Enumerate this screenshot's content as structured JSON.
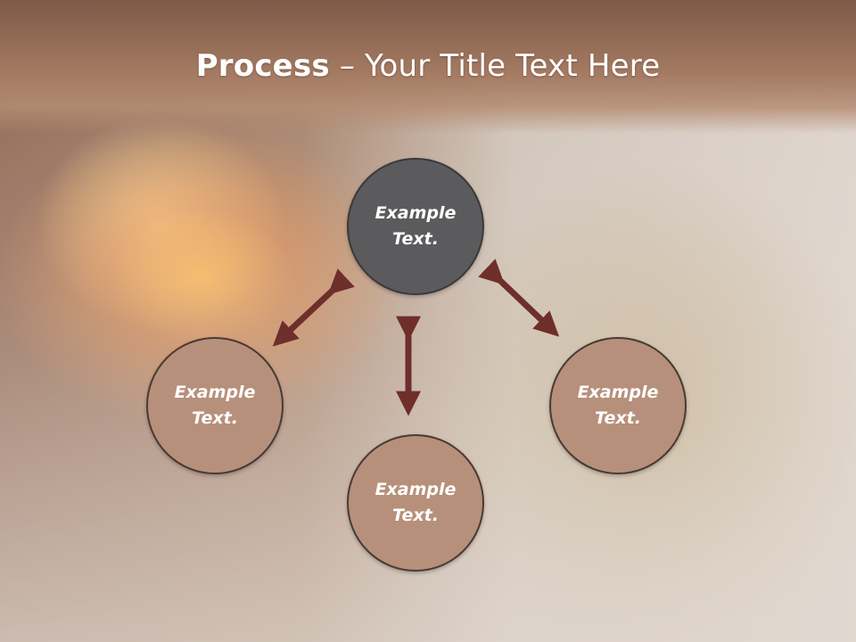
{
  "slide": {
    "title_bold": "Process",
    "title_rest": " – Your Title Text Here"
  },
  "nodes": {
    "top": {
      "line1": "Example",
      "line2": "Text."
    },
    "left": {
      "line1": "Example",
      "line2": "Text."
    },
    "right": {
      "line1": "Example",
      "line2": "Text."
    },
    "bottom": {
      "line1": "Example",
      "line2": "Text."
    }
  },
  "colors": {
    "title_band": "#a47a62",
    "node_top": "#5b5b5d",
    "node_other": "#b7907b",
    "arrow": "#6e2f2b"
  }
}
